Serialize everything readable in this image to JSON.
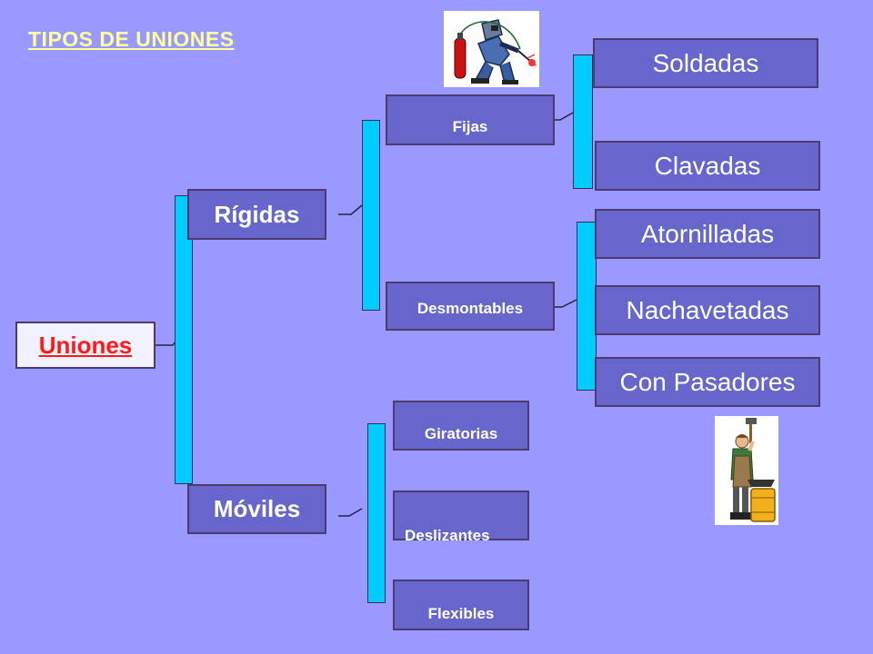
{
  "title": "TIPOS DE UNIONES",
  "root": "Uniones",
  "level1": {
    "rigidas": "Rígidas",
    "moviles": "Móviles"
  },
  "level2": {
    "fijas": "Fijas",
    "desmontables": "Desmontables",
    "giratorias": "Giratorias",
    "deslizantes": "Deslizantes",
    "flexibles": "Flexibles"
  },
  "level3": {
    "soldadas": "Soldadas",
    "clavadas": "Clavadas",
    "atornilladas": "Atornilladas",
    "nachavetadas": "Nachavetadas",
    "con_pasadores": "Con Pasadores"
  },
  "colors": {
    "background": "#9999ff",
    "title": "#ffff99",
    "box": "#6666cc",
    "brace": "#00ccff",
    "root_text": "#ff1a1a"
  },
  "icons": [
    "welder-icon",
    "blacksmith-icon"
  ]
}
